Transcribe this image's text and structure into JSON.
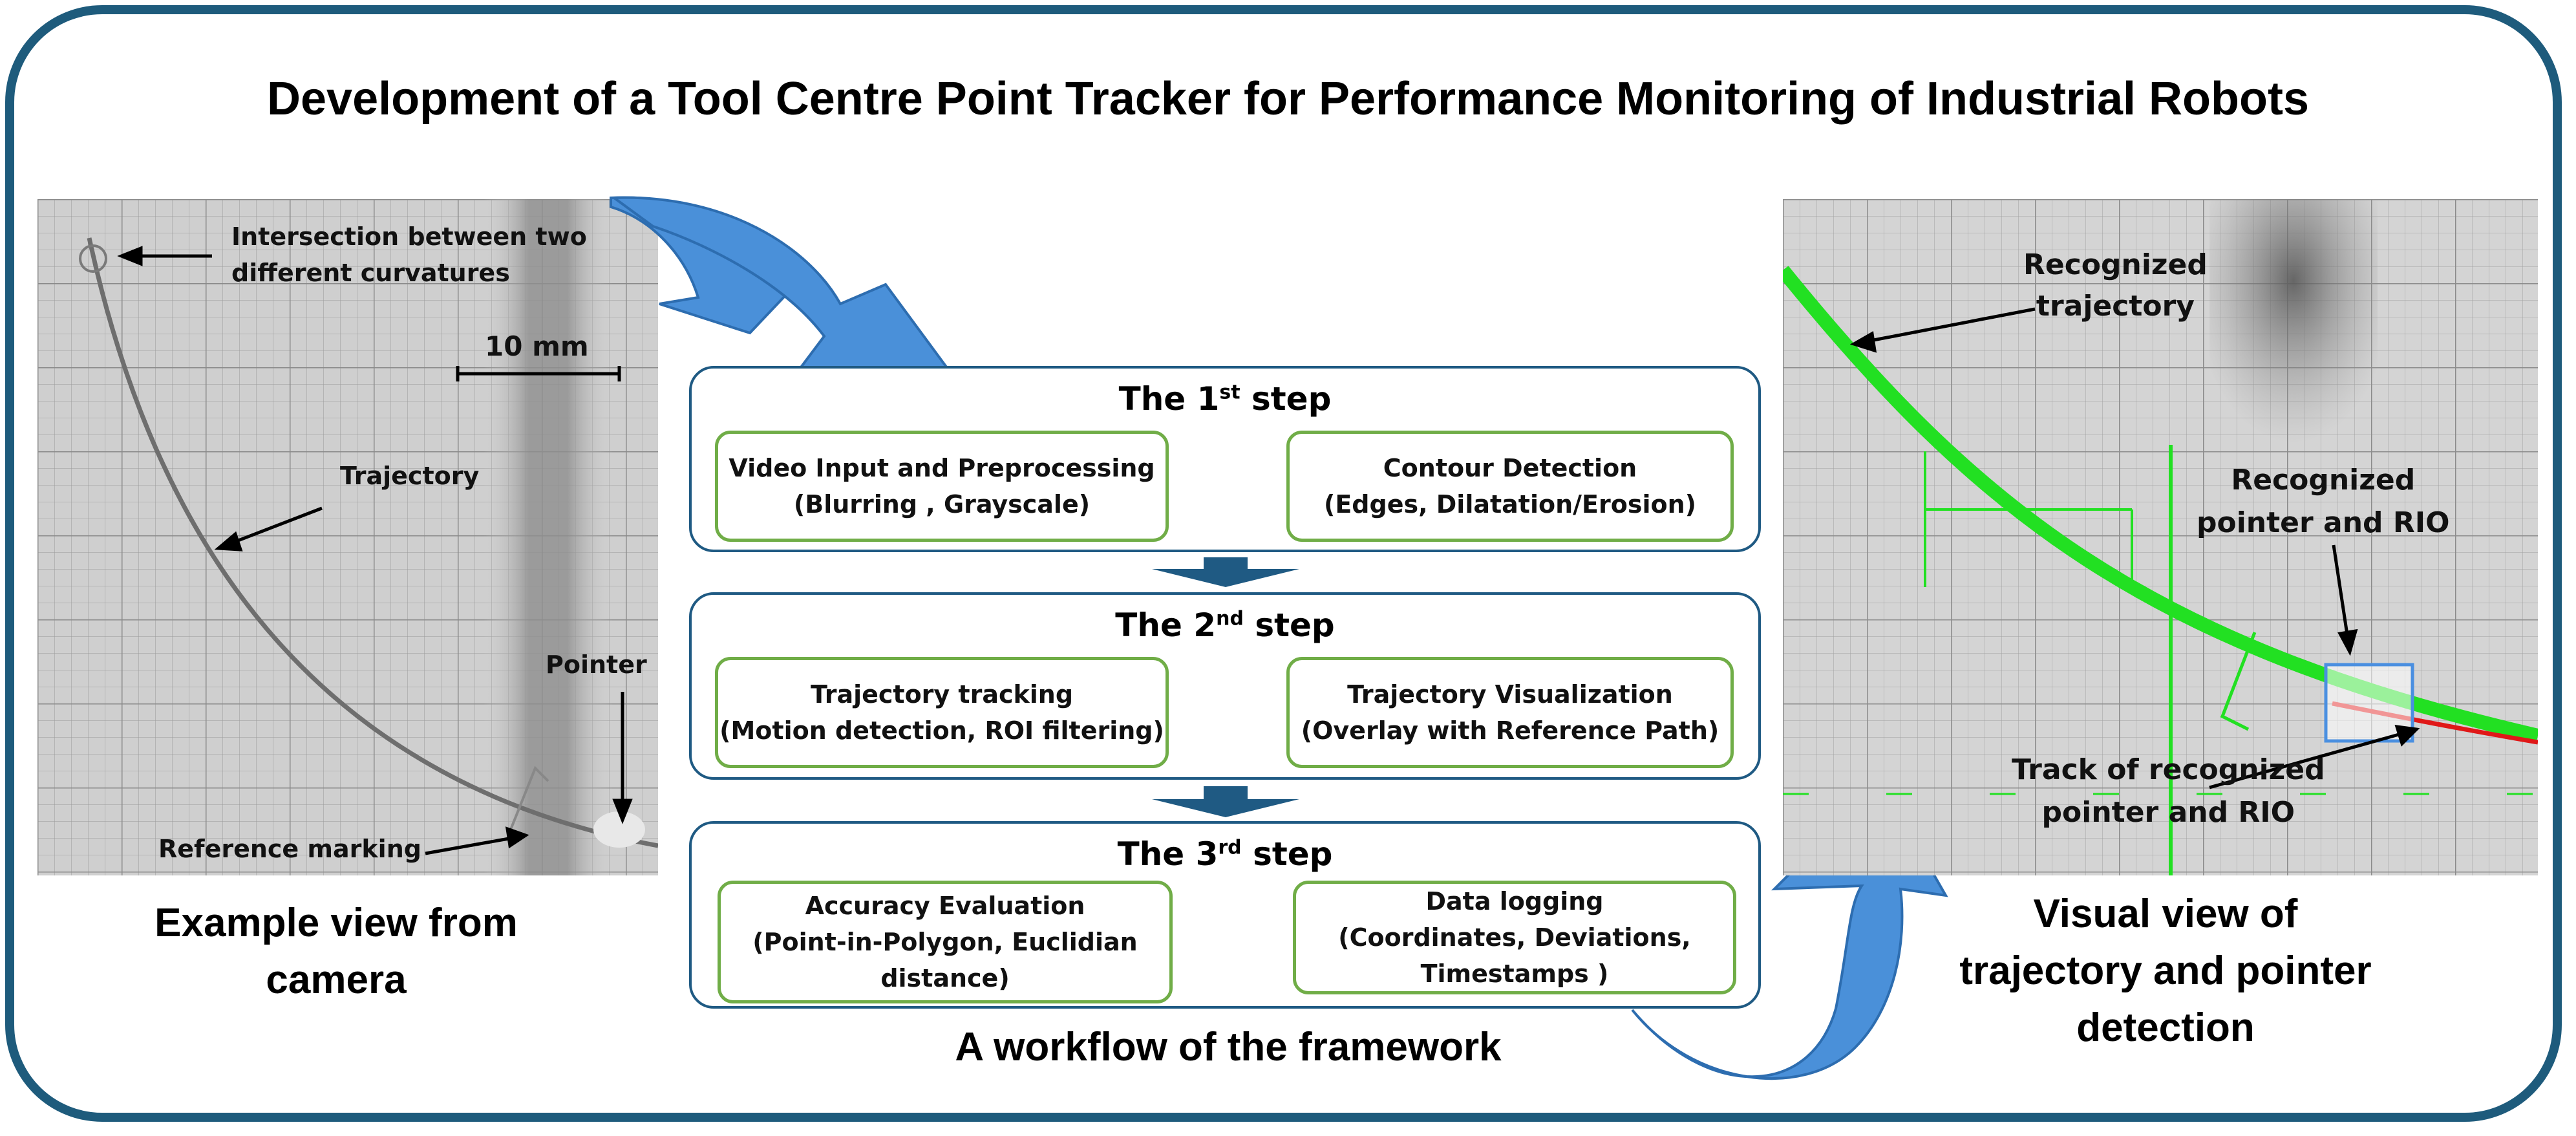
{
  "title": "Development of a Tool Centre Point Tracker for Performance Monitoring of Industrial Robots",
  "left_panel": {
    "caption_line1": "Example view from",
    "caption_line2": "camera",
    "annotations": {
      "intersection_line1": "Intersection between two",
      "intersection_line2": "different curvatures",
      "scale": "10 mm",
      "trajectory": "Trajectory",
      "pointer": "Pointer",
      "reference": "Reference marking"
    }
  },
  "workflow": {
    "caption": "A workflow of the framework",
    "steps": [
      {
        "title_pre": "The 1",
        "title_sup": "st",
        "title_post": " step",
        "left_line1": "Video Input and Preprocessing",
        "left_line2": "(Blurring , Grayscale)",
        "left_line3": "",
        "right_line1": "Contour Detection",
        "right_line2": "(Edges, Dilatation/Erosion)",
        "right_line3": ""
      },
      {
        "title_pre": "The 2",
        "title_sup": "nd",
        "title_post": " step",
        "left_line1": "Trajectory tracking",
        "left_line2": "(Motion detection, ROI filtering)",
        "left_line3": "",
        "right_line1": "Trajectory Visualization",
        "right_line2": "(Overlay with Reference Path)",
        "right_line3": ""
      },
      {
        "title_pre": "The 3",
        "title_sup": "rd",
        "title_post": " step",
        "left_line1": "Accuracy Evaluation",
        "left_line2": "(Point-in-Polygon, Euclidian",
        "left_line3": "distance)",
        "right_line1": "Data logging",
        "right_line2": "(Coordinates, Deviations,",
        "right_line3": "Timestamps )"
      }
    ]
  },
  "right_panel": {
    "caption_line1": "Visual view of",
    "caption_line2": "trajectory and pointer",
    "caption_line3": "detection",
    "annotations": {
      "recognized_traj_line1": "Recognized",
      "recognized_traj_line2": "trajectory",
      "recognized_pointer_line1": "Recognized",
      "recognized_pointer_line2": "pointer and RIO",
      "track_line1": "Track of recognized",
      "track_line2": "pointer and RIO"
    }
  },
  "colors": {
    "frame": "#1e5b7c",
    "step_border": "#1f5a83",
    "box_border": "#70ad47",
    "green_arrow": "#3e7d2b",
    "blue_arrow": "#4a90d9",
    "detected_path": "#22e022",
    "detected_track": "#e01818",
    "roi_box": "#4a8fe0"
  }
}
